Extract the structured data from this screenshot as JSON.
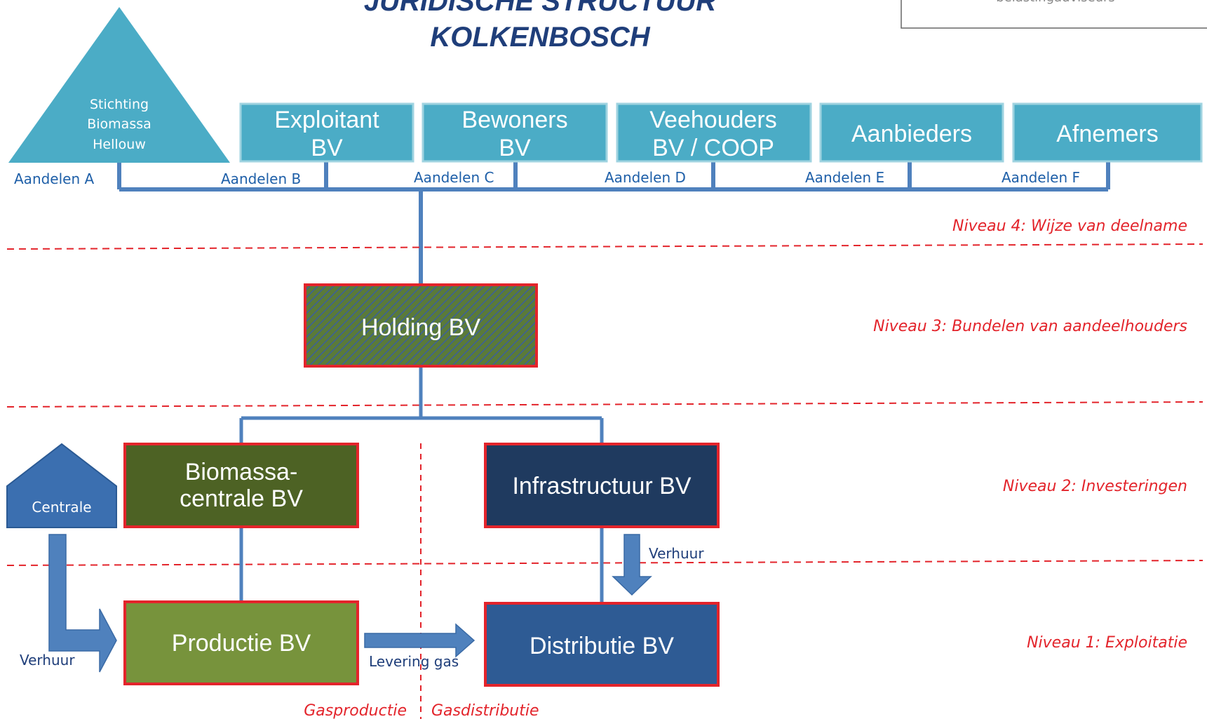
{
  "title": {
    "line1": "JURIDISCHE STRUCTUUR",
    "line2": "KOLKENBOSCH"
  },
  "logo_box": {
    "text": "belastingadviseurs"
  },
  "shareholders": [
    {
      "lines": [
        "Stichting",
        "Biomassa",
        "Hellouw"
      ],
      "share": "Aandelen A",
      "shape": "triangle"
    },
    {
      "lines": [
        "Exploitant",
        "BV"
      ],
      "share": "Aandelen B"
    },
    {
      "lines": [
        "Bewoners",
        "BV"
      ],
      "share": "Aandelen C"
    },
    {
      "lines": [
        "Veehouders",
        "BV / COOP"
      ],
      "share": "Aandelen D"
    },
    {
      "lines": [
        "Aanbieders"
      ],
      "share": "Aandelen E"
    },
    {
      "lines": [
        "Afnemers"
      ],
      "share": "Aandelen F"
    }
  ],
  "levels": {
    "level4": "Niveau 4: Wijze van deelname",
    "level3": "Niveau 3: Bundelen van aandeelhouders",
    "level2": "Niveau 2: Investeringen",
    "level1": "Niveau 1: Exploitatie"
  },
  "holding": {
    "label": "Holding BV",
    "fill": "#5a7a3a"
  },
  "investment": {
    "biomassa": {
      "lines": [
        "Biomassa-",
        "centrale BV"
      ],
      "fill": "#4d6224"
    },
    "infra": {
      "label": "Infrastructuur BV",
      "fill": "#1f3a5f"
    }
  },
  "exploitation": {
    "productie": {
      "label": "Productie BV",
      "fill": "#77933c"
    },
    "distributie": {
      "label": "Distributie BV",
      "fill": "#2e5b94"
    }
  },
  "centrale": {
    "label": "Centrale"
  },
  "arrows": {
    "verhuur_left": "Verhuur",
    "verhuur_right": "Verhuur",
    "levering": "Levering gas"
  },
  "bottom_labels": {
    "gasproductie": "Gasproductie",
    "gasdistributie": "Gasdistributie"
  },
  "colors": {
    "shareholder_fill": "#4bacc6",
    "connector": "#4f81bd",
    "red_border": "#e3242b",
    "dashed": "#e3242b",
    "arrow": "#4f81bd"
  }
}
